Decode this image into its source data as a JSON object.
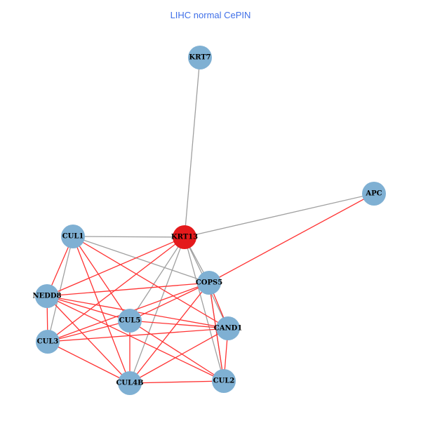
{
  "title": "LIHC normal CePIN",
  "colors": {
    "node": "#7fb0d3",
    "highlight_node": "#e41a1c",
    "red_edge": "#ff3333",
    "gray_edge": "#a0a0a0",
    "title": "#3f6fe8"
  },
  "nodes": [
    {
      "id": "KRT7",
      "highlight": false
    },
    {
      "id": "APC",
      "highlight": false
    },
    {
      "id": "CUL1",
      "highlight": false
    },
    {
      "id": "KRT13",
      "highlight": true
    },
    {
      "id": "COPS5",
      "highlight": false
    },
    {
      "id": "NEDD8",
      "highlight": false
    },
    {
      "id": "CUL5",
      "highlight": false
    },
    {
      "id": "CAND1",
      "highlight": false
    },
    {
      "id": "CUL3",
      "highlight": false
    },
    {
      "id": "CUL4B",
      "highlight": false
    },
    {
      "id": "CUL2",
      "highlight": false
    }
  ],
  "edges": [
    [
      "KRT7",
      "KRT13",
      "gray"
    ],
    [
      "APC",
      "KRT13",
      "gray"
    ],
    [
      "CUL1",
      "KRT13",
      "gray"
    ],
    [
      "CUL1",
      "COPS5",
      "gray"
    ],
    [
      "CUL1",
      "CUL3",
      "gray"
    ],
    [
      "KRT13",
      "COPS5",
      "gray"
    ],
    [
      "KRT13",
      "CUL5",
      "gray"
    ],
    [
      "KRT13",
      "CUL4B",
      "gray"
    ],
    [
      "KRT13",
      "CUL2",
      "gray"
    ],
    [
      "KRT13",
      "CAND1",
      "gray"
    ],
    [
      "COPS5",
      "CUL2",
      "gray"
    ],
    [
      "APC",
      "COPS5",
      "red"
    ],
    [
      "CUL1",
      "NEDD8",
      "red"
    ],
    [
      "CUL1",
      "CUL5",
      "red"
    ],
    [
      "CUL1",
      "CAND1",
      "red"
    ],
    [
      "CUL1",
      "CUL4B",
      "red"
    ],
    [
      "KRT13",
      "NEDD8",
      "red"
    ],
    [
      "KRT13",
      "CUL3",
      "red"
    ],
    [
      "NEDD8",
      "COPS5",
      "red"
    ],
    [
      "NEDD8",
      "CUL3",
      "red"
    ],
    [
      "NEDD8",
      "CUL5",
      "red"
    ],
    [
      "NEDD8",
      "CUL4B",
      "red"
    ],
    [
      "NEDD8",
      "CUL2",
      "red"
    ],
    [
      "NEDD8",
      "CAND1",
      "red"
    ],
    [
      "CUL3",
      "COPS5",
      "red"
    ],
    [
      "CUL3",
      "CUL5",
      "red"
    ],
    [
      "CUL3",
      "CAND1",
      "red"
    ],
    [
      "CUL3",
      "CUL4B",
      "red"
    ],
    [
      "CUL5",
      "COPS5",
      "red"
    ],
    [
      "CUL5",
      "CAND1",
      "red"
    ],
    [
      "CUL5",
      "CUL4B",
      "red"
    ],
    [
      "CUL5",
      "CUL2",
      "red"
    ],
    [
      "COPS5",
      "CUL4B",
      "red"
    ],
    [
      "COPS5",
      "CAND1",
      "red"
    ],
    [
      "COPS5",
      "CUL2",
      "red"
    ],
    [
      "CAND1",
      "CUL4B",
      "red"
    ],
    [
      "CAND1",
      "CUL2",
      "red"
    ],
    [
      "CUL4B",
      "CUL2",
      "red"
    ]
  ]
}
